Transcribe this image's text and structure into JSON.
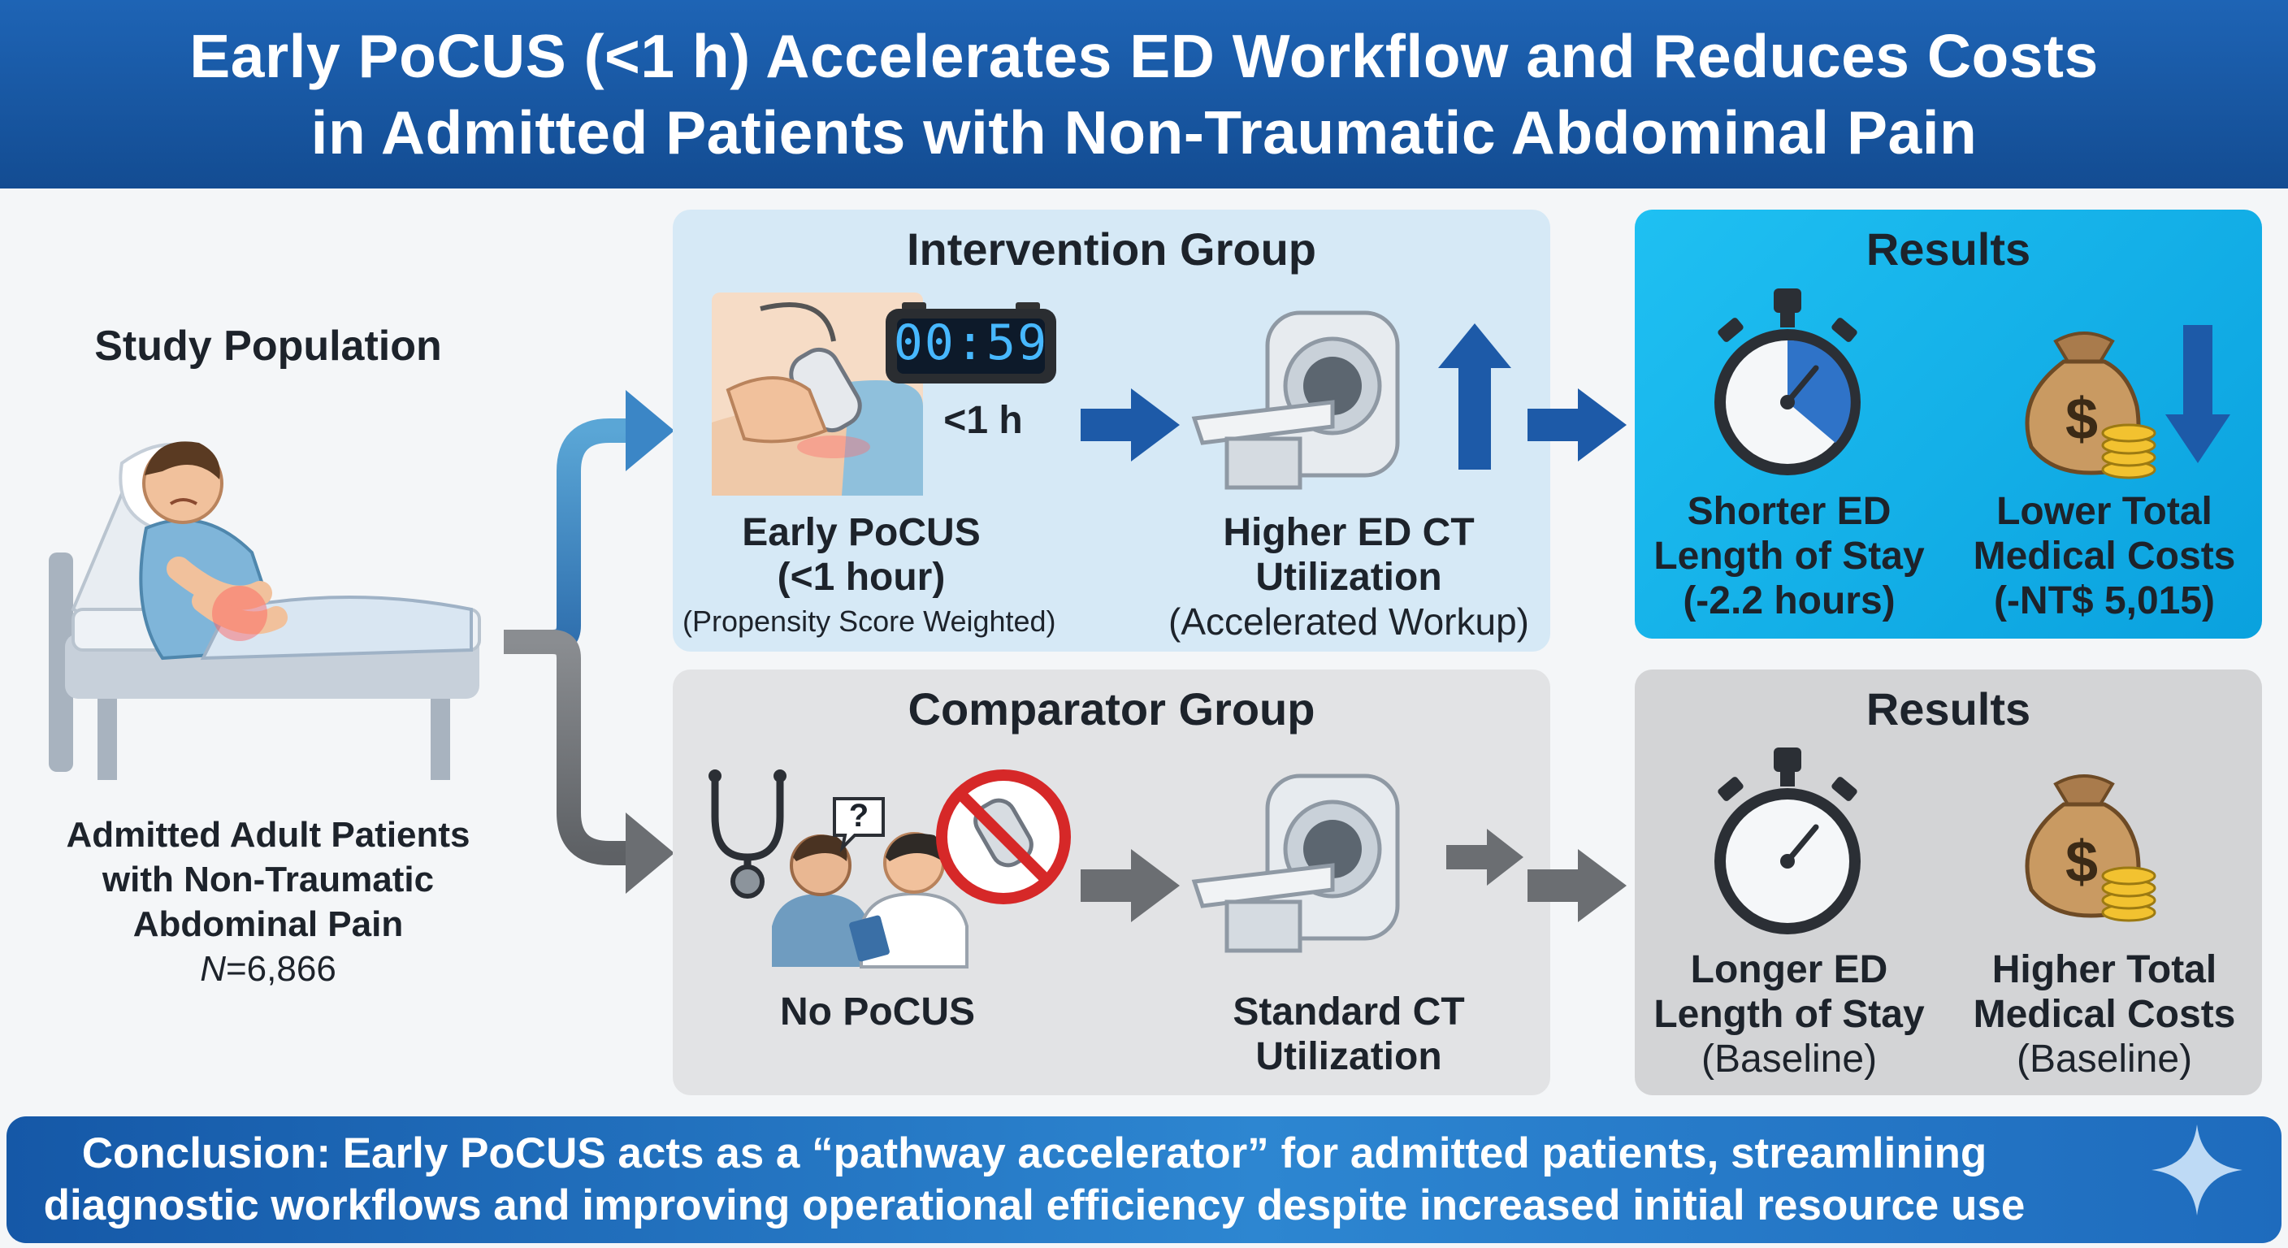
{
  "title": {
    "line1": "Early PoCUS (<1 h) Accelerates ED Workflow and Reduces Costs",
    "line2": "in Admitted Patients with Non-Traumatic Abdominal Pain"
  },
  "population": {
    "heading": "Study Population",
    "line1": "Admitted Adult Patients",
    "line2": "with Non-Traumatic",
    "line3": "Abdominal Pain",
    "n_italic": "N",
    "n_value": "=6,866"
  },
  "intervention": {
    "title": "Intervention Group",
    "timer": "00:59",
    "time_label": "<1 h",
    "pocus_line1": "Early PoCUS",
    "pocus_line2": "(<1 hour)",
    "pocus_note": "(Propensity Score Weighted)",
    "ct_line1": "Higher ED CT",
    "ct_line2": "Utilization",
    "ct_note": "(Accelerated Workup)"
  },
  "comparator": {
    "title": "Comparator Group",
    "question_mark": "?",
    "pocus_label": "No PoCUS",
    "ct_line1": "Standard CT",
    "ct_line2": "Utilization"
  },
  "results_intervention": {
    "title": "Results",
    "los_line1": "Shorter ED",
    "los_line2": "Length of Stay",
    "los_line3": "(-2.2 hours)",
    "cost_line1": "Lower Total",
    "cost_line2": "Medical Costs",
    "cost_line3": "(-NT$ 5,015)"
  },
  "results_comparator": {
    "title": "Results",
    "los_line1": "Longer ED",
    "los_line2": "Length of Stay",
    "los_line3": "(Baseline)",
    "cost_line1": "Higher Total",
    "cost_line2": "Medical Costs",
    "cost_line3": "(Baseline)"
  },
  "conclusion": {
    "line1": "Conclusion: Early PoCUS acts as a “pathway accelerator” for admitted patients, streamlining",
    "line2": "diagnostic workflows and improving operational efficiency despite increased initial resource use"
  },
  "icons": {
    "patient": "patient-in-bed-icon",
    "ultrasound": "ultrasound-probe-icon",
    "timer": "digital-timer-icon",
    "ct": "ct-scanner-icon",
    "stopwatch": "stopwatch-icon",
    "money": "money-bag-icon",
    "stethoscope": "stethoscope-icon",
    "no_ultrasound": "no-ultrasound-icon",
    "sparkle": "sparkle-icon"
  },
  "colors": {
    "header": "#1a5aa8",
    "intervention_bg": "#d6e9f6",
    "comparator_bg": "#e2e3e5",
    "results_blue": "#12aee8",
    "results_gray": "#d3d4d6",
    "arrow_blue": "#1d5aa8",
    "arrow_gray": "#6b6e72"
  }
}
